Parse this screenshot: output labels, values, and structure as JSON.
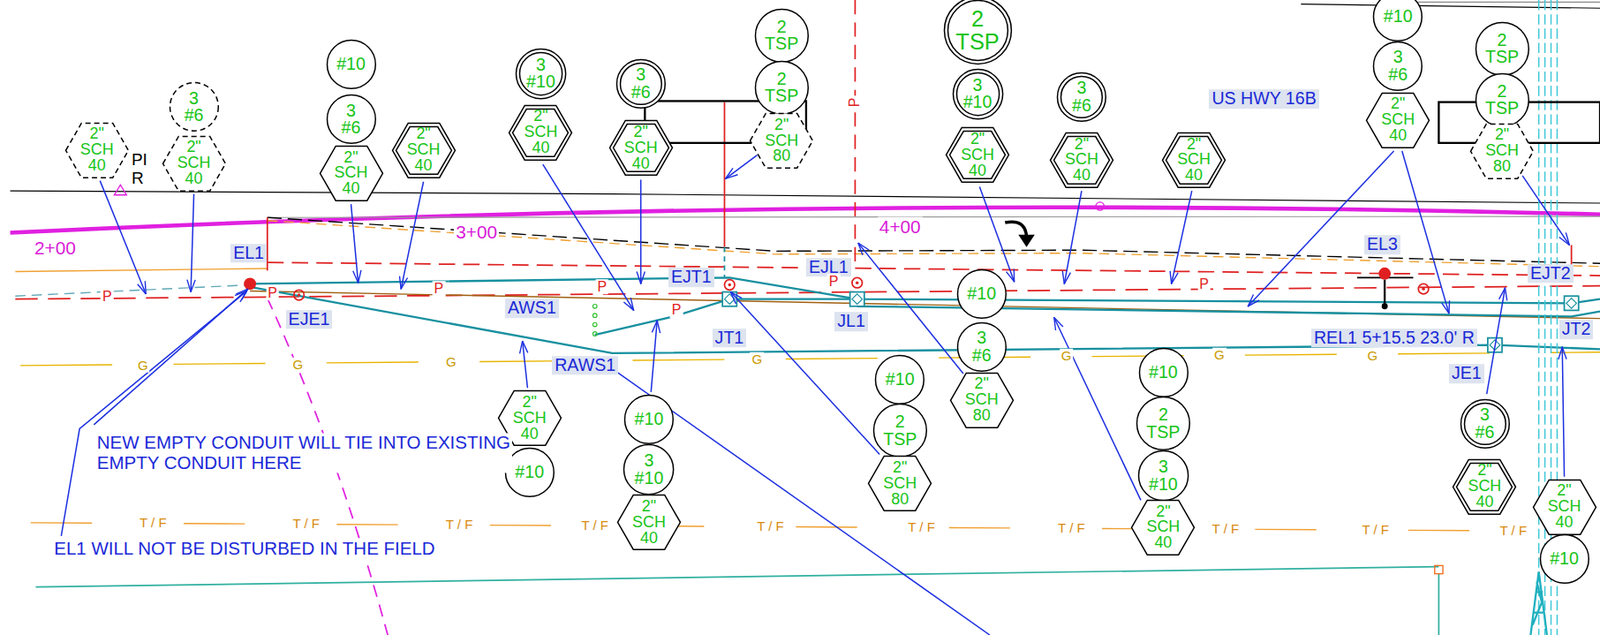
{
  "diagram": {
    "nodes": [
      {
        "text": [
          "2\" SCH 40"
        ]
      },
      {
        "text": [
          "3 #6"
        ]
      },
      {
        "text": [
          "2\" SCH 40"
        ]
      },
      {
        "text": [
          "#10"
        ]
      },
      {
        "text": [
          "3 #6"
        ]
      },
      {
        "text": [
          "2\" SCH 40"
        ]
      },
      {
        "text": [
          "2\" SCH 40"
        ]
      },
      {
        "text": [
          "3 #10"
        ]
      },
      {
        "text": [
          "2\" SCH 40"
        ]
      },
      {
        "text": [
          "3 #6"
        ]
      },
      {
        "text": [
          "2\" SCH 40"
        ]
      },
      {
        "text": [
          "2 TSP"
        ]
      },
      {
        "text": [
          "2 TSP"
        ]
      },
      {
        "text": [
          "2\" SCH 80"
        ]
      },
      {
        "text": [
          "2 TSP"
        ]
      },
      {
        "text": [
          "3 #10"
        ]
      },
      {
        "text": [
          "2\" SCH 40"
        ]
      },
      {
        "text": [
          "3 #6"
        ]
      },
      {
        "text": [
          "2\" SCH 40"
        ]
      },
      {
        "text": [
          "2\" SCH 40"
        ]
      },
      {
        "text": [
          "#10"
        ]
      },
      {
        "text": [
          "3 #6"
        ]
      },
      {
        "text": [
          "2\" SCH 40"
        ]
      },
      {
        "text": [
          "2 TSP"
        ]
      },
      {
        "text": [
          "2 TSP"
        ]
      },
      {
        "text": [
          "2\" SCH 80"
        ]
      },
      {
        "text": [
          "#10"
        ]
      },
      {
        "text": [
          "3 #6"
        ]
      },
      {
        "text": [
          "2\" SCH 80"
        ]
      },
      {
        "text": [
          "2\" SCH 40"
        ]
      },
      {
        "text": [
          "#10"
        ]
      },
      {
        "text": [
          "#10"
        ]
      },
      {
        "text": [
          "3 #10"
        ]
      },
      {
        "text": [
          "2\" SCH 40"
        ]
      },
      {
        "text": [
          "#10"
        ]
      },
      {
        "text": [
          "2 TSP"
        ]
      },
      {
        "text": [
          "2\" SCH 80"
        ]
      },
      {
        "text": [
          "#10"
        ]
      },
      {
        "text": [
          "2 TSP"
        ]
      },
      {
        "text": [
          "3 #10"
        ]
      },
      {
        "text": [
          "2\" SCH 40"
        ]
      },
      {
        "text": [
          "3 #6"
        ]
      },
      {
        "text": [
          "2\" SCH 40"
        ]
      },
      {
        "text": [
          "2\" SCH 40"
        ]
      },
      {
        "text": [
          "#10"
        ]
      }
    ],
    "labels": [
      "US HWY 16B",
      "2+00",
      "3+00",
      "4+00",
      "PI",
      "R",
      "EL1",
      "EJE1",
      "AWS1",
      "RAWS1",
      "EJT1",
      "JT1",
      "EJL1",
      "JL1",
      "EL3",
      "EJT2",
      "REL1 5+15.5 23.0' R",
      "JT2",
      "JE1",
      "NEW EMPTY CONDUIT WILL TIE INTO EXISTING EMPTY CONDUIT HERE",
      "EL1 WILL NOT BE DISTURBED IN THE FIELD",
      "P",
      "P",
      "P",
      "P",
      "P",
      "P",
      "P",
      "P",
      "G",
      "G",
      "G",
      "G",
      "G",
      "G",
      "G",
      "T / F",
      "T / F",
      "T / F",
      "T / F",
      "T / F",
      "T / F",
      "T / F",
      "T / F",
      "T / F",
      "T / F"
    ]
  }
}
